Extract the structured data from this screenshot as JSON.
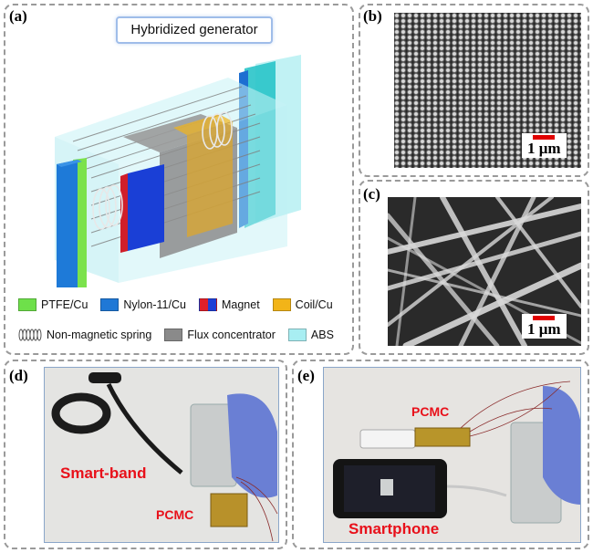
{
  "panels": {
    "a": {
      "label": "(a)",
      "title": "Hybridized generator",
      "legend_row1": [
        {
          "label": "PTFE/Cu",
          "color": "#6ee04a"
        },
        {
          "label": "Nylon-11/Cu",
          "color": "#1f78d6"
        },
        {
          "label": "Magnet",
          "color": "#e0202a"
        },
        {
          "label": "Coil/Cu",
          "color": "#f2b418"
        }
      ],
      "legend_row2": [
        {
          "label": "Non-magnetic spring",
          "icon": "spring-icon"
        },
        {
          "label": "Flux concentrator",
          "color": "#8a8a8a"
        },
        {
          "label": "ABS",
          "color": "#a8eef2"
        }
      ]
    },
    "b": {
      "label": "(b)",
      "scale": "1 μm"
    },
    "c": {
      "label": "(c)",
      "scale": "1 μm"
    },
    "d": {
      "label": "(d)",
      "device_label": "Smart-band",
      "circuit_label": "PCMC"
    },
    "e": {
      "label": "(e)",
      "device_label": "Smartphone",
      "circuit_label": "PCMC"
    }
  }
}
